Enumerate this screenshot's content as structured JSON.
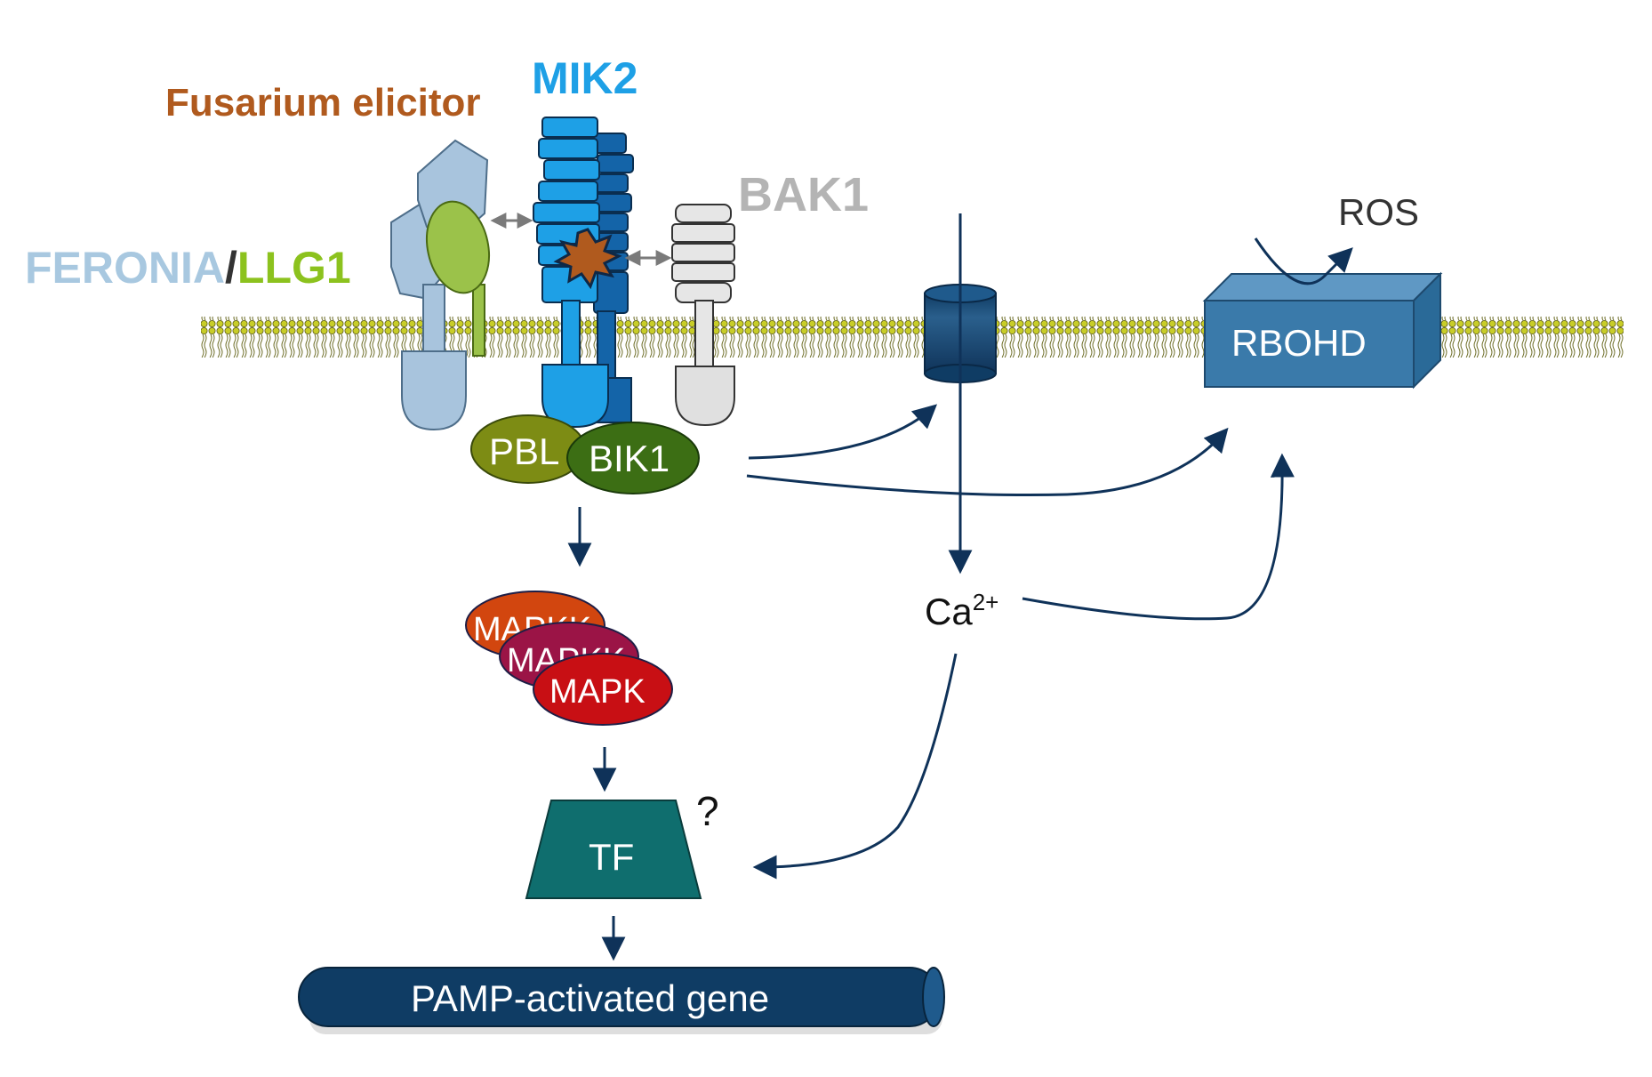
{
  "labels": {
    "fusarium_elicitor": "Fusarium elicitor",
    "mik2": "MIK2",
    "bak1": "BAK1",
    "feronia": "FERONIA",
    "slash": "/",
    "llg1": "LLG1",
    "ros": "ROS",
    "rbohd": "RBOHD",
    "pbl": "PBL",
    "bik1": "BIK1",
    "mapkkk": "MAPKK",
    "mapkk": "MAPKK",
    "mapk": "MAPK",
    "ca_base": "Ca",
    "ca_sup": "2+",
    "question": "?",
    "tf": "TF",
    "gene": "PAMP-activated gene"
  },
  "colors": {
    "fusarium": "#b05a1e",
    "mik2": "#1ea0e6",
    "bak1": "#b4b4b4",
    "feronia": "#a8c8e0",
    "llg1": "#8cc21e",
    "rbohd": "#3a7aaa",
    "pbl": "#7d8c14",
    "bik1": "#3c6e14",
    "mapkkk": "#d2460f",
    "mapkk": "#9b1446",
    "mapk": "#c80f14",
    "tf": "#0f6e6e",
    "gene": "#0f3c64",
    "arrow": "#0f3259",
    "channel": "#0f4f8c"
  }
}
